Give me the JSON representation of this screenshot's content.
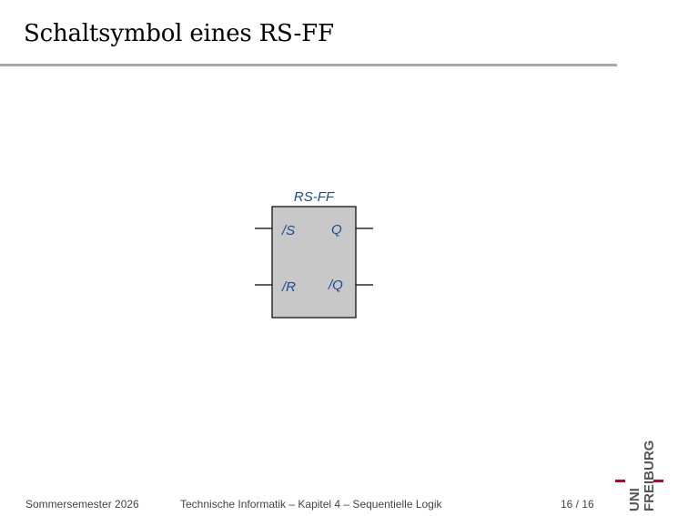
{
  "slide": {
    "title": "Schaltsymbol eines RS-FF"
  },
  "diagram": {
    "block_title": "RS-FF",
    "inputs": [
      "/S",
      "/R"
    ],
    "outputs": [
      "Q",
      "/Q"
    ],
    "colors": {
      "block_fill": "#c8c8c8",
      "block_stroke": "#000000",
      "label_color": "#1a4b8c"
    }
  },
  "footer": {
    "semester": "Sommersemester 2026",
    "course": "Technische Informatik – Kapitel 4 – Sequentielle Logik",
    "page": "16 / 16"
  },
  "logo": {
    "text_uni": "UNI",
    "text_freiburg": "FREIBURG",
    "accent_color": "#c1002a"
  }
}
